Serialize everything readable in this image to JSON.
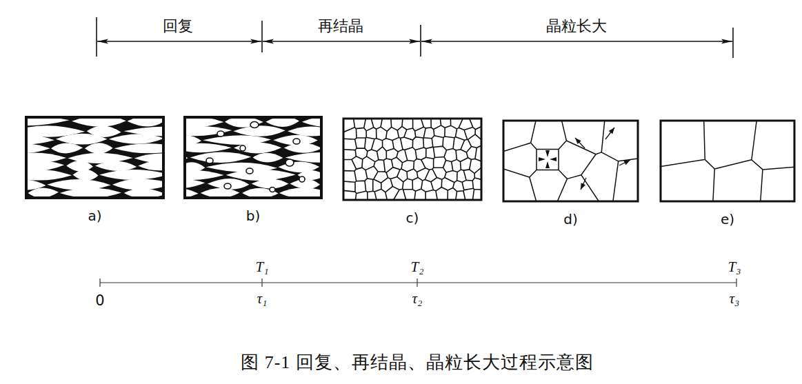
{
  "diagram": {
    "caption": "图 7-1 回复、再结晶、晶粒长大过程示意图",
    "nodes": [
      {
        "text": [
          "a)"
        ]
      },
      {
        "text": [
          "b)"
        ]
      },
      {
        "text": [
          "c)"
        ]
      },
      {
        "text": [
          "d)"
        ]
      },
      {
        "text": [
          "e)"
        ]
      }
    ],
    "labels": [
      "回复",
      "再结晶",
      "晶粒长大",
      "T₁",
      "τ₁",
      "T₂",
      "τ₂",
      "T₃",
      "τ₃",
      "0"
    ]
  }
}
